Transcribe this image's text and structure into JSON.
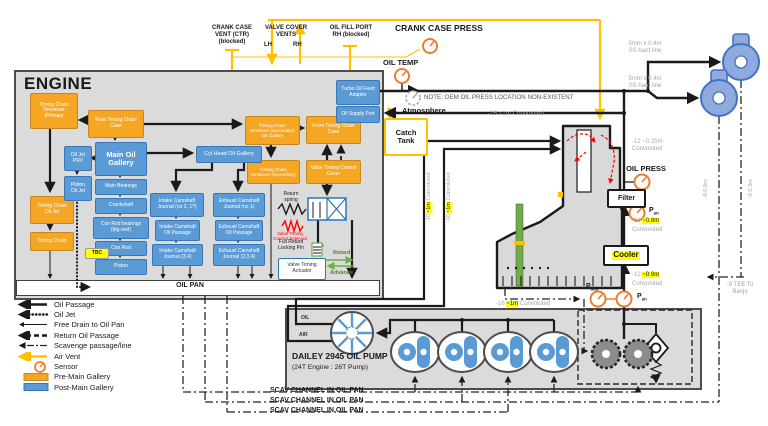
{
  "colors": {
    "pre_main_gallery": "#F5A623",
    "post_main_gallery": "#5B9BD5",
    "air_vent": "#FFC000",
    "sensor": "#ED7D31",
    "highlight": "#FFFF00"
  },
  "top": {
    "crank_case_vent": "CRANK CASE\nVENT (CTR)\n(blocked)",
    "valve_cover_vents": "VALVE COVER\nVENTS",
    "lh": "LH",
    "rh": "RH",
    "oil_fill_port": "OIL FILL PORT\nRH (blocked)",
    "crank_case_press": "CRANK CASE PRESS",
    "oil_temp": "OIL TEMP",
    "note": "NOTE: OEM OIL PRESS LOCATION NON-EXISTENT",
    "atmosphere": "Atmosphere",
    "catch_tank": "Catch\nTank"
  },
  "engine": {
    "title": "ENGINE",
    "oil_pan": "OIL PAN",
    "boxes": {
      "timing_chain_tensioner_primary": "Timing Chain\nTensioner\n[Primary",
      "rear_timing_chain_case": "Rear Timing Chain\nCase",
      "timing_chain_tensioner_secondary_oil_gallery": "Timing Chain\ntensioner (secondary)\nOil Gallery",
      "front_timing_chain_case": "Front Timing Chain\nCase",
      "timing_chain_tensioner_secondary": "Timing Chain\ntensioner (secondary)",
      "valve_timing_control_cover": "Valve Timing Control\nCover",
      "timing_chain_oil_jet": "Timing Chain\nOil Jet",
      "timing_chain": "Timing Chain",
      "turbo_oil_feed_adaptor": "Turbo Oil Feed\nAdaptor",
      "oil_supply_port": "Oil Supply Port",
      "main_oil_gallery": "Main Oil\nGallery",
      "oil_jet_prv": "Oil Jet\nPRV",
      "piston_oil_jet": "Piston\nOil Jet",
      "main_bearings": "Main Bearings",
      "crankshaft": "Crankshaft",
      "con_rod_bearings": "Con Rod bearings\n(big-end)",
      "con_rod": "Con Rod",
      "piston": "Piston",
      "tbc": "TBC",
      "cyl_head_oil_gallery": "Cyl Head Oil Gallery",
      "intake_camshaft_journal_1": "Intake Camshaft\nJournal (no 2, 1?)",
      "intake_camshaft_oil_passage": "Intake Camshaft\nOil Passage",
      "intake_camshaft_journal_2": "Intake Camshaft\nJournal (3,4)",
      "exhaust_camshaft_journal_1": "Exhaust Camshaft\nJournal (no 1)",
      "exhaust_camshaft_oil_passage": "Exhaust Camshaft\nOil Passage",
      "exhaust_camshaft_journal_2": "Exhaust Camshaft\nJournal (2,3,4)"
    },
    "valvetrain": {
      "return_spring": "Return\nspring",
      "control_solenoid": "Valve Timing\nControl Solenoid",
      "locking_pin": "Full Retard\nLocking Pin",
      "actuator": "Valve Timing\nActuator",
      "retard": "Retard",
      "advance": "Advance"
    }
  },
  "right": {
    "oil_press": "OIL PRESS",
    "filter": "Filter",
    "cooler": "Cooler",
    "p_an": {
      "base": "P",
      "sub": "an"
    },
    "p_abs": {
      "base": "P",
      "sub": "abs"
    }
  },
  "hoses": {
    "ss_hard_line": "5mm x 0.4m\nSS hard line",
    "conv_16_top": "-16 ~1m Convoluted",
    "conv_10_vert": {
      "pre": "-10 ",
      "hl": "~1m",
      "post": " Convoluted"
    },
    "conv_16_vert": {
      "pre": "-16 ",
      "hl": "~1m",
      "post": " Convoluted"
    },
    "conv_025": "-12 ~0.25m\nConvoluted",
    "conv_08": {
      "pre": "-12 ",
      "hl": "~0.8m",
      "word": "Convoluted"
    },
    "conv_09": {
      "pre": "-12 ",
      "hl": "~0.9m",
      "word": "Convoluted"
    },
    "conv_16_bottom": {
      "pre": "-16 ",
      "hl": "~1m",
      "post": " Convoluted"
    },
    "line_8_08": "-8 0.8m",
    "line_8_03": "-8 0.3m",
    "tee_banjo": "-8 TEE To\nBanjo"
  },
  "pump": {
    "name": "DAILEY 2945 OIL PUMP",
    "spec": "(24T Engine : 26T Pump)",
    "oil": "OIL",
    "air": "AIR"
  },
  "scav_channels": [
    "SCAV CHANNEL IN OIL PAN",
    "SCAV CHANNEL IN OIL PAN",
    "SCAV CHANNEL IN OIL PAN"
  ],
  "legend": {
    "items": [
      {
        "label": "Oil Passage"
      },
      {
        "label": "Oil Jet"
      },
      {
        "label": "Free Drain to Oil Pan"
      },
      {
        "label": "Return Oil Passage"
      },
      {
        "label": "Scavenge passage/line"
      },
      {
        "label": "Air Vent"
      },
      {
        "label": "Sensor"
      },
      {
        "label": "Pre-Main Gallery"
      },
      {
        "label": "Post-Main Gallery"
      }
    ]
  }
}
